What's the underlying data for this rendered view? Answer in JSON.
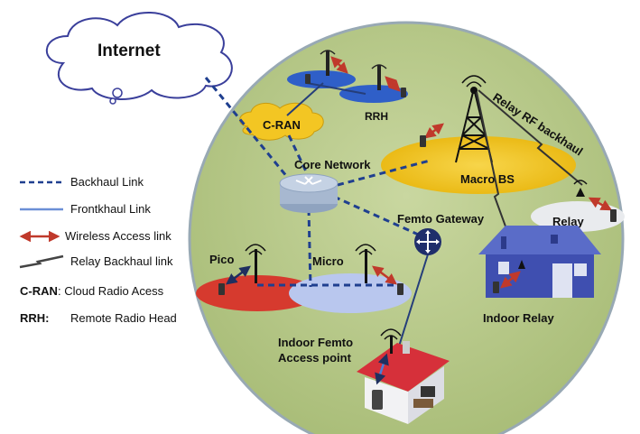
{
  "diagram": {
    "internet": "Internet",
    "cran": "C-RAN",
    "rrh": "RRH",
    "core_network": "Core Network",
    "macro_bs": "Macro BS",
    "relay_rf_backhaul": "Relay RF backhaul",
    "relay": "Relay",
    "femto_gateway": "Femto Gateway",
    "pico": "Pico",
    "micro": "Micro",
    "indoor_relay": "Indoor Relay",
    "indoor_femto_line1": "Indoor Femto",
    "indoor_femto_line2": "Access point"
  },
  "legend": {
    "backhaul": "Backhaul Link",
    "fronthaul": "Frontkhaul Link",
    "wireless": "Wireless Access link",
    "relay_backhaul": "Relay Backhaul link",
    "cran_key": "C-RAN",
    "cran_def": ": Cloud Radio Acess",
    "rrh_key": "RRH:",
    "rrh_def": "Remote Radio Head"
  },
  "colors": {
    "backhaul": "#1f3f8f",
    "fronthaul": "#6b8fd6",
    "wireless": "#c0392b",
    "ground": "#b9c98d",
    "macro_cell": "#f2c318",
    "pico_cell": "#d63a2e",
    "micro_cell": "#b9c7ee"
  },
  "icons": [
    "cloud-icon",
    "router-icon",
    "tower-icon",
    "antenna-icon",
    "phone-icon",
    "house-icon",
    "gateway-icon"
  ]
}
